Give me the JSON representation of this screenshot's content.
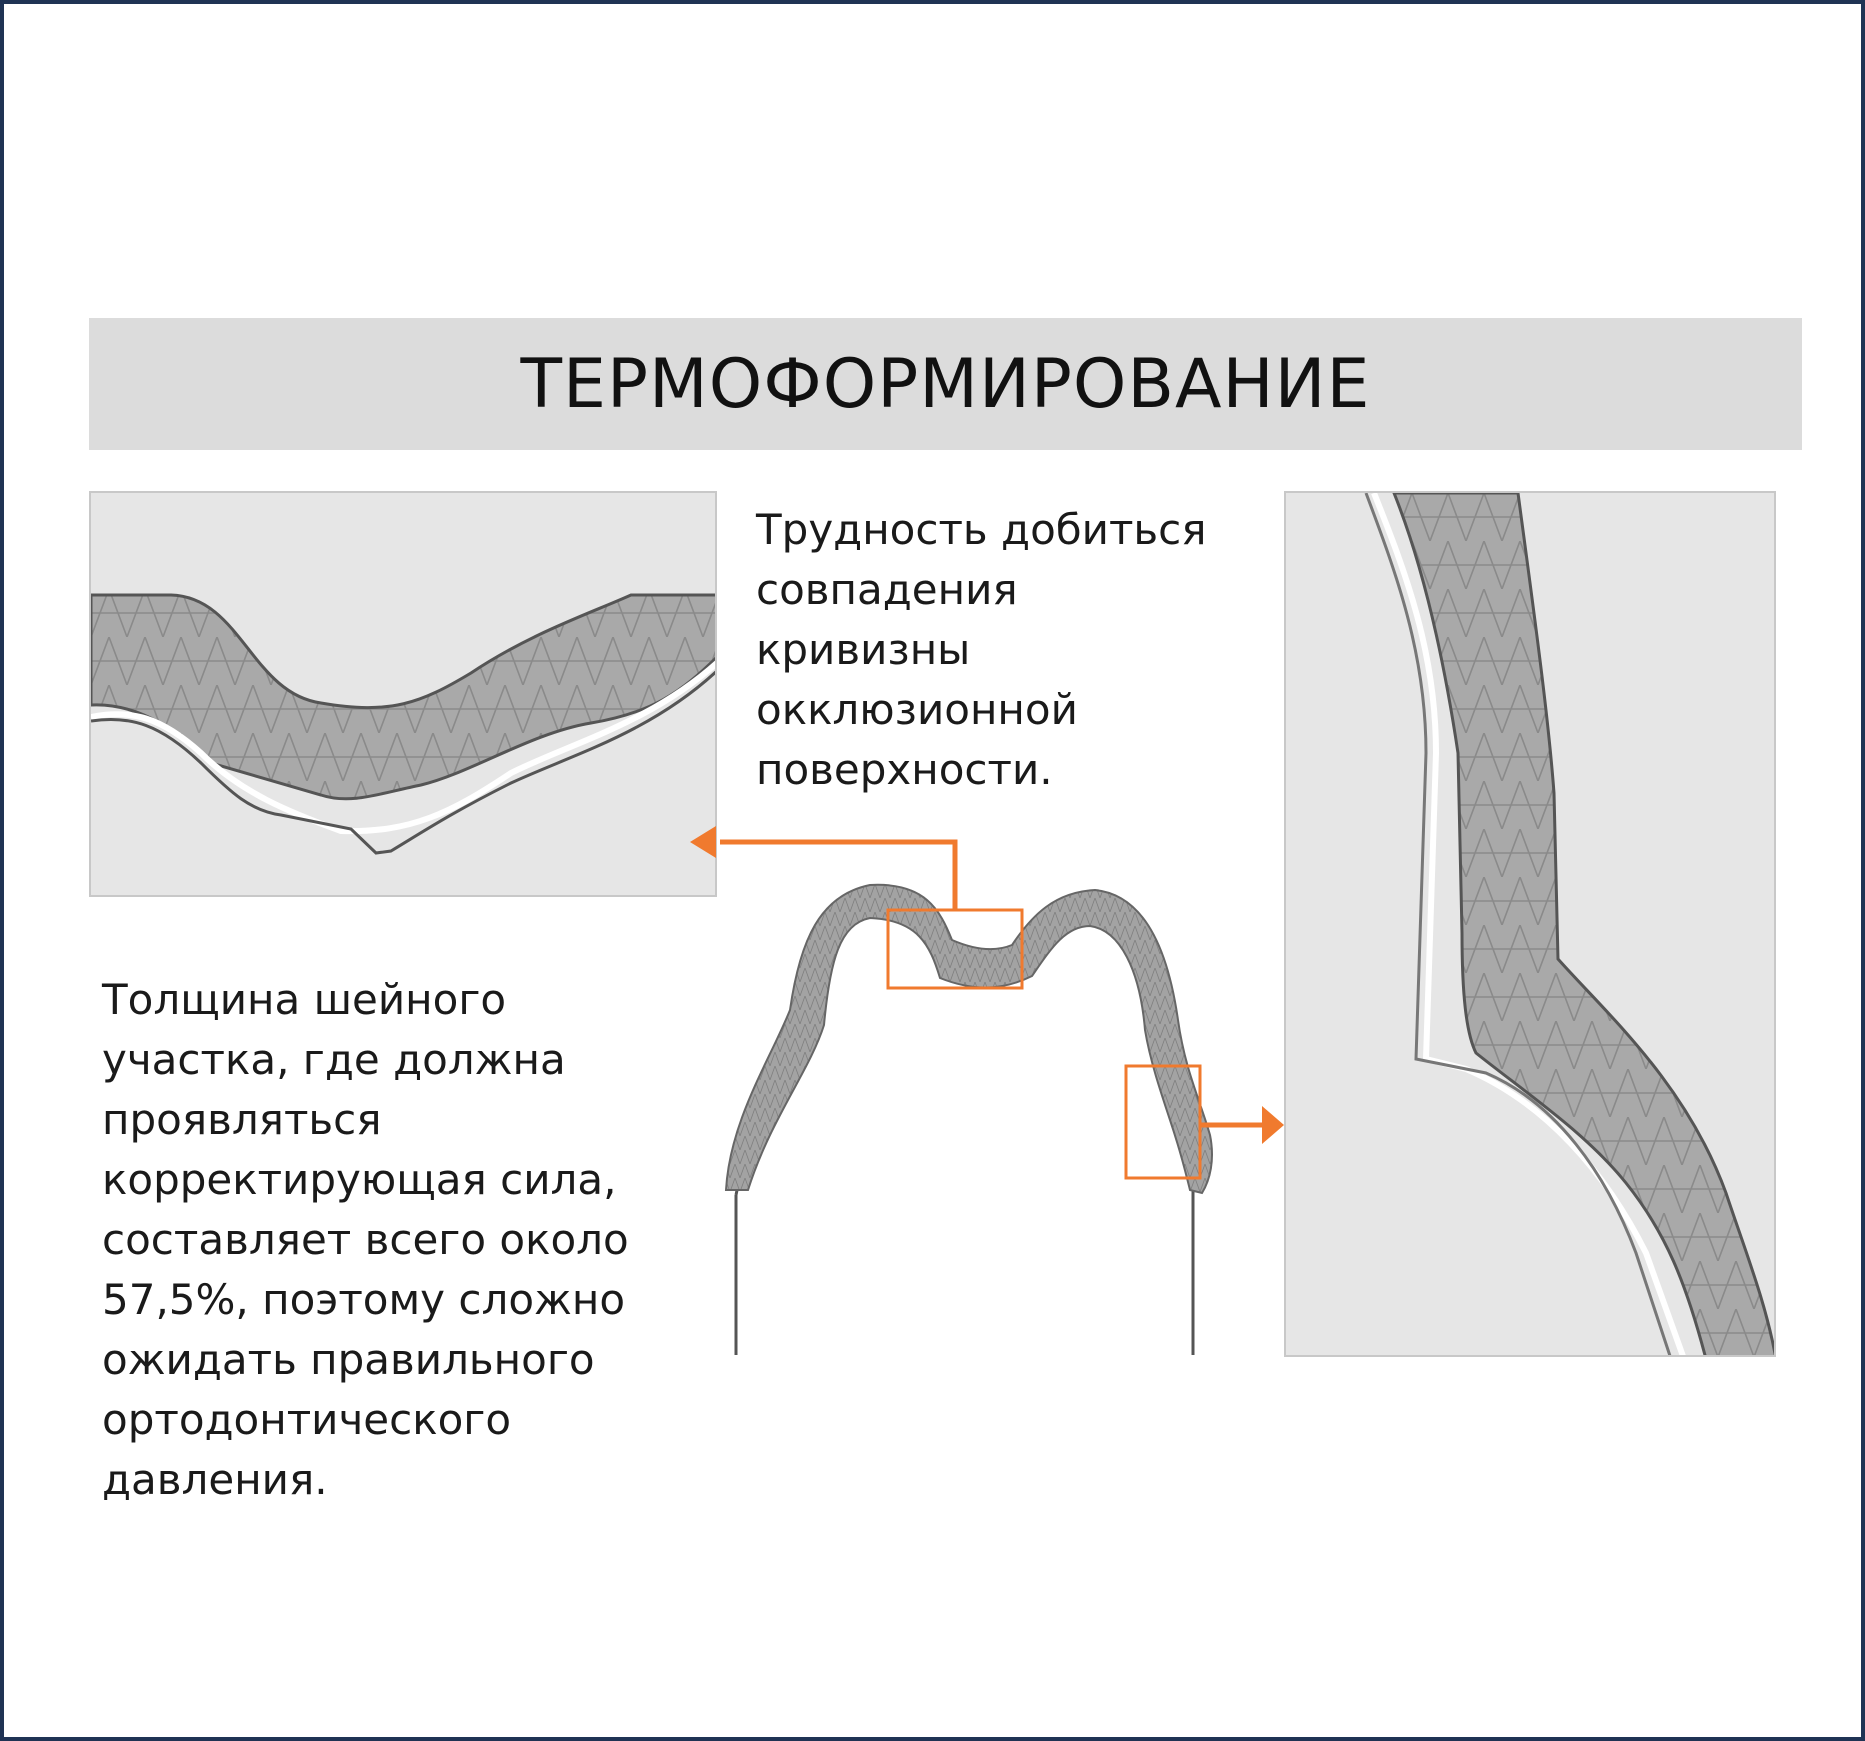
{
  "title": "ТЕРМОФОРМИРОВАНИЕ",
  "caption_occlusal": "Трудность добиться\nсовпадения\nкривизны\nокклюзионной\nповерхности.",
  "caption_cervical": "Толщина шейного\nучастка, где должна\nпроявляться\nкорректирующая сила,\nсоставляет всего около\n57,5%, поэтому сложно\nожидать правильного\nортодонтического\nдавления.",
  "colors": {
    "border": "#1f3354",
    "title_bar": "#dcdcdc",
    "panel_bg": "#e6e6e6",
    "aligner_fill": "#a9a9a9",
    "pattern_line": "#8a8a8a",
    "outline": "#555555",
    "accent": "#f07a2e"
  }
}
